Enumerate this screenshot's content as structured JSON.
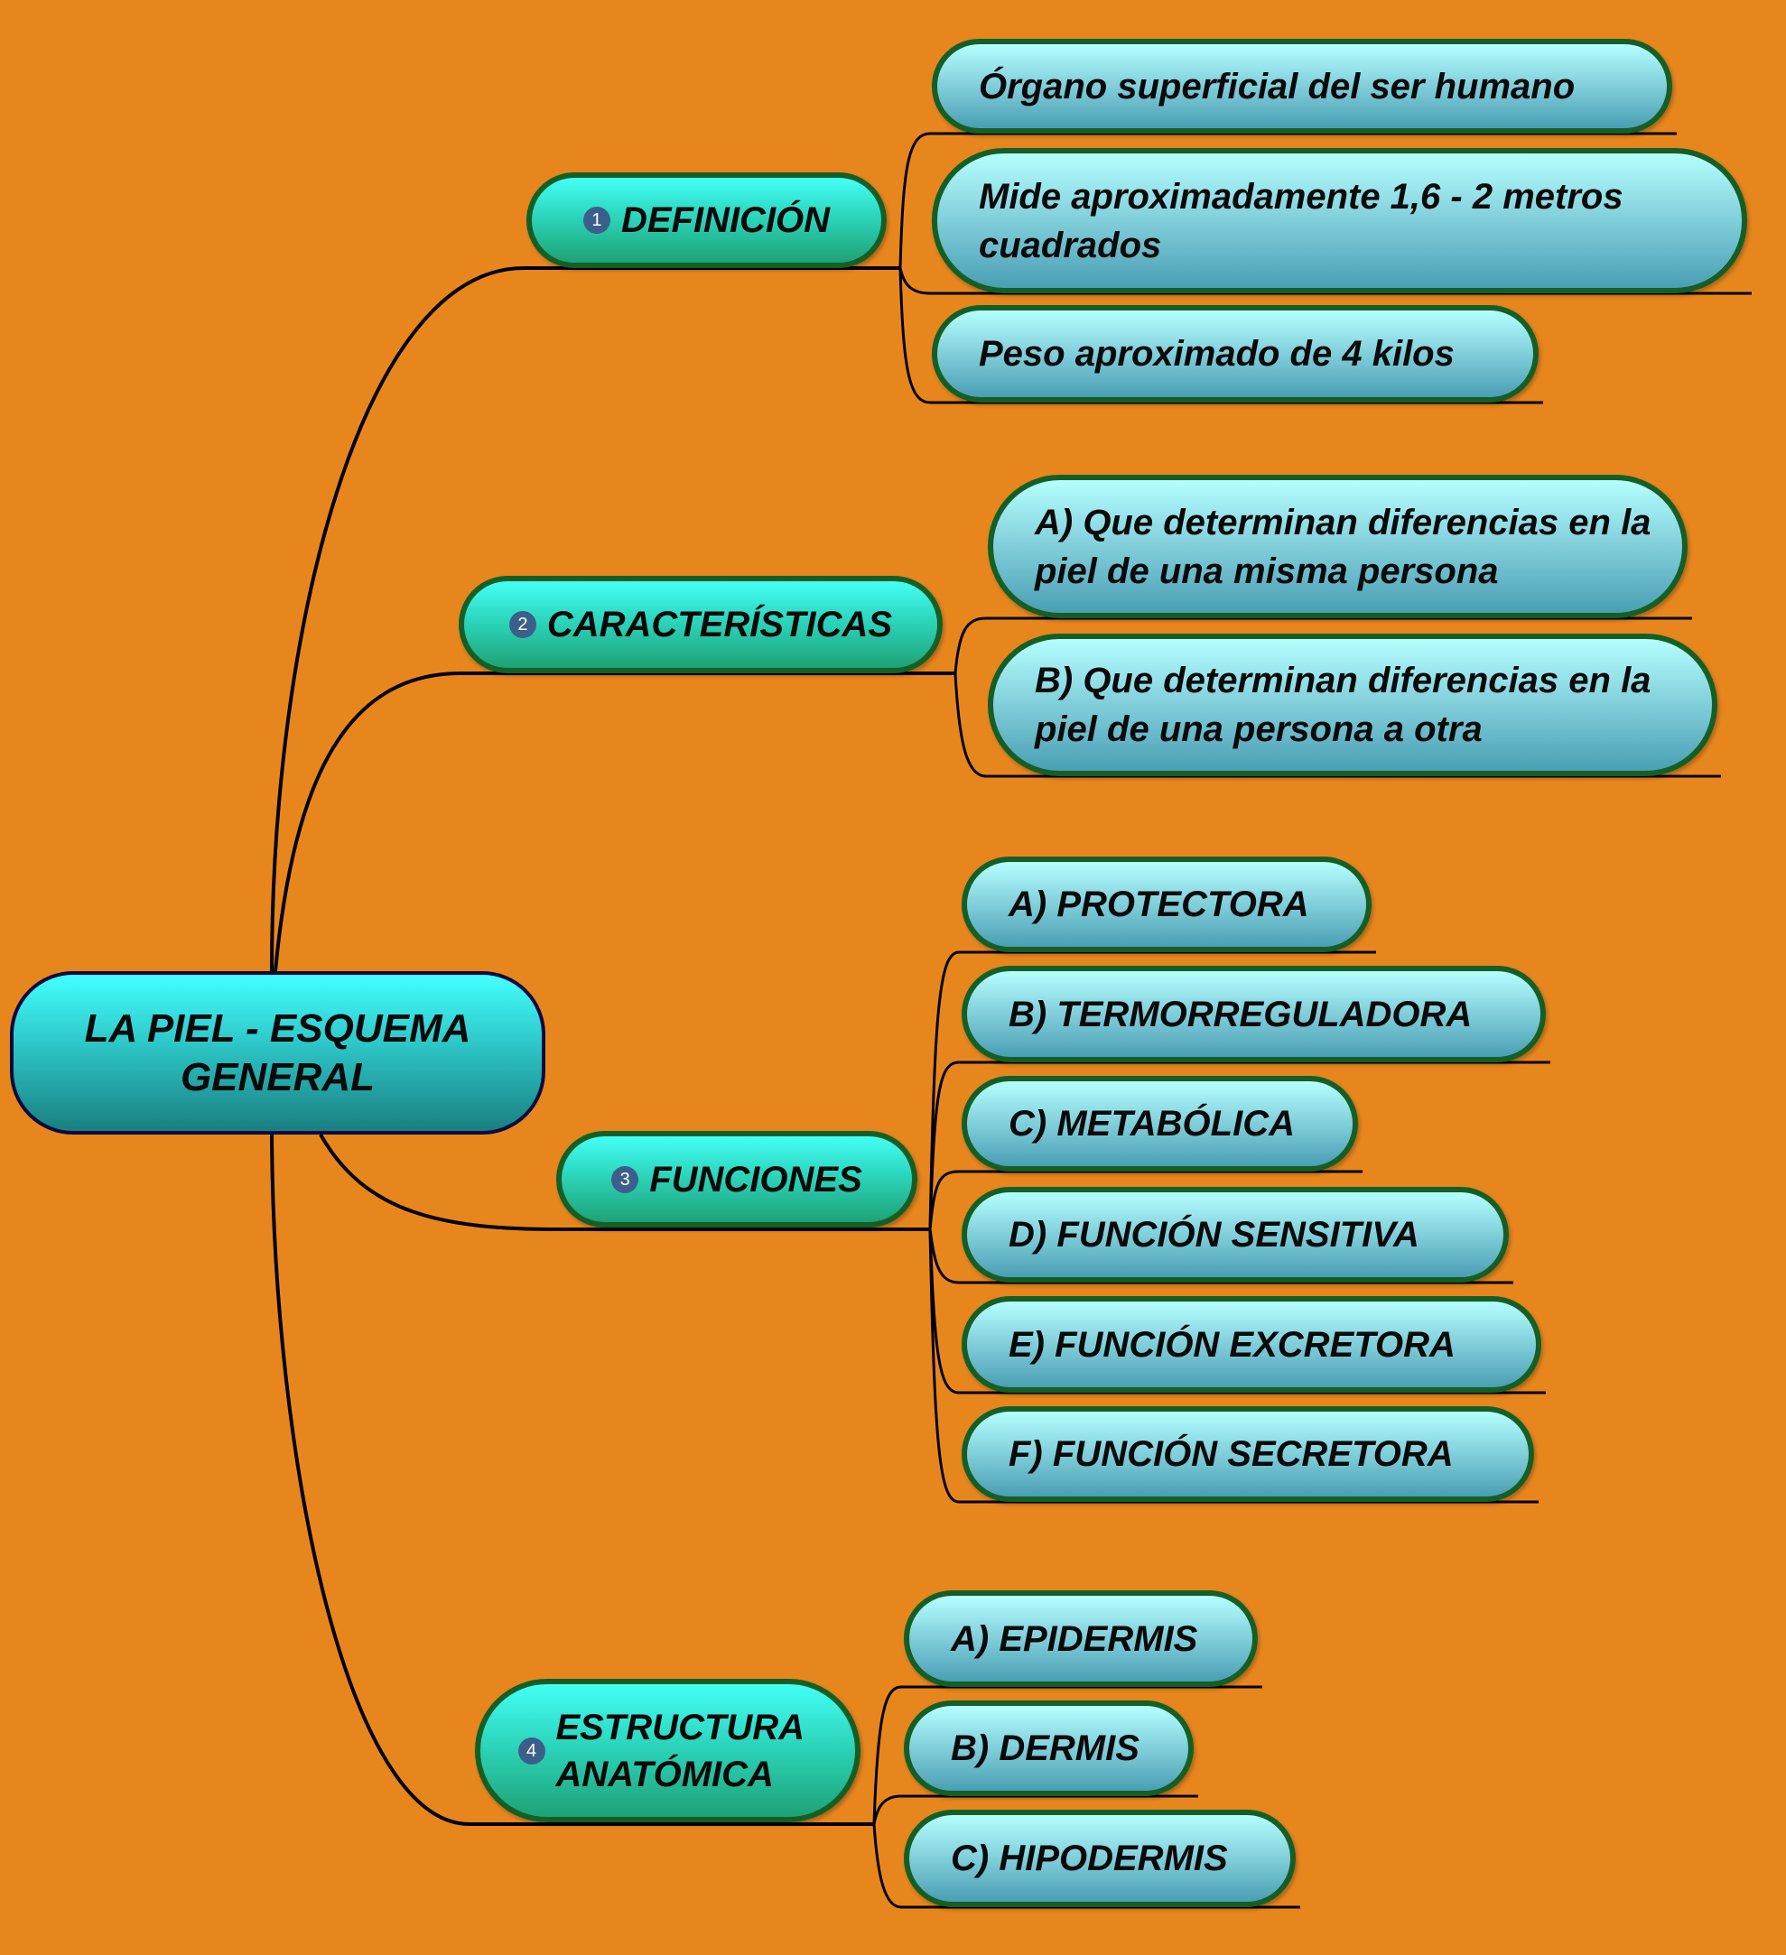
{
  "root": {
    "label": "LA PIEL - ESQUEMA GENERAL"
  },
  "branches": [
    {
      "number": "1",
      "label": "DEFINICIÓN",
      "children": [
        "Órgano superficial del ser humano",
        "Mide aproximadamente 1,6 - 2 metros cuadrados",
        "Peso aproximado de 4 kilos"
      ]
    },
    {
      "number": "2",
      "label": "CARACTERÍSTICAS",
      "children": [
        "A) Que determinan diferencias en la piel de una misma persona",
        "B) Que determinan diferencias en la piel de una persona a otra"
      ]
    },
    {
      "number": "3",
      "label": "FUNCIONES",
      "children": [
        "A) PROTECTORA",
        "B) TERMORREGULADORA",
        "C) METABÓLICA",
        "D) FUNCIÓN SENSITIVA",
        "E) FUNCIÓN EXCRETORA",
        "F) FUNCIÓN SECRETORA"
      ]
    },
    {
      "number": "4",
      "label": "ESTRUCTURA ANATÓMICA",
      "children": [
        "A) EPIDERMIS",
        "B) DERMIS",
        "C) HIPODERMIS"
      ]
    }
  ],
  "colors": {
    "background": "#E8861E",
    "main_border": "#145F25",
    "root_border": "#0A0A40",
    "badge": "#3C5F8A"
  }
}
